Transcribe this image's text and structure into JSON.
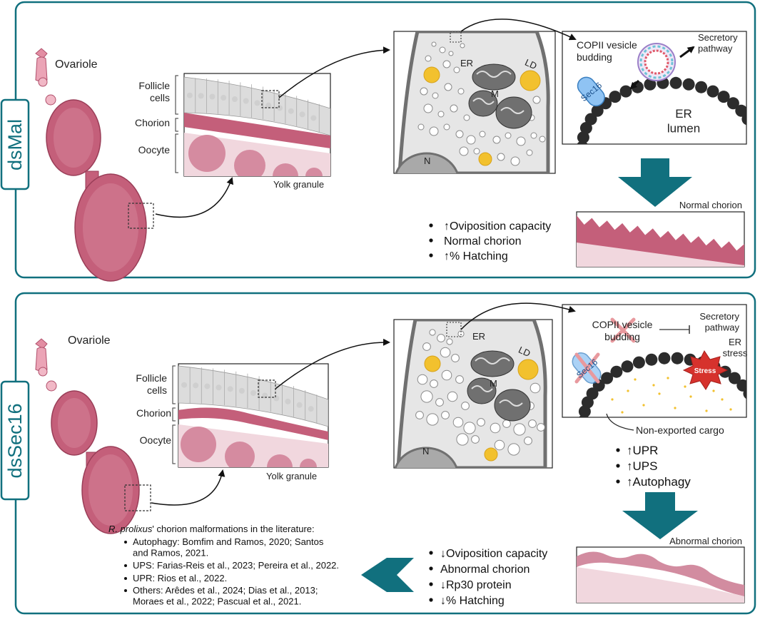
{
  "colors": {
    "teal": "#11707e",
    "pink_dark": "#c45f7a",
    "pink_mid": "#d58ba0",
    "pink_light": "#f1d7de",
    "gray_cell": "#dcdcdc",
    "gray_dark": "#5d5d5d",
    "yellow": "#f2c12e",
    "sec16_blue": "#8fc3f3",
    "stress_red": "#d6322d"
  },
  "panels": {
    "top": {
      "label": "dsMal",
      "ovariole_label": "Ovariole",
      "tissue": {
        "follicle_label": "Follicle\ncells",
        "chorion_label": "Chorion",
        "oocyte_label": "Oocyte",
        "yolk_label": "Yolk granule"
      },
      "cell": {
        "er": "ER",
        "ld": "LD",
        "m": "M",
        "n": "N"
      },
      "er_detail": {
        "copii": "COPII vesicle\nbudding",
        "secretory": "Secretory\npathway",
        "sec16": "Sec16",
        "lumen": "ER\nlumen"
      },
      "outcomes": [
        "↑Oviposition capacity",
        "Normal chorion",
        "↑% Hatching"
      ],
      "chorion_title": "Normal chorion"
    },
    "bottom": {
      "label": "dsSec16",
      "ovariole_label": "Ovariole",
      "tissue": {
        "follicle_label": "Follicle\ncells",
        "chorion_label": "Chorion",
        "oocyte_label": "Oocyte",
        "yolk_label": "Yolk granule"
      },
      "cell": {
        "er": "ER",
        "ld": "LD",
        "m": "M",
        "n": "N"
      },
      "er_detail": {
        "copii": "COPII vesicle\nbudding",
        "secretory": "Secretory\npathway",
        "sec16": "Sec16",
        "er_stress": "ER\nstress",
        "stress": "Stress",
        "cargo": "Non-exported cargo"
      },
      "responses": [
        "↑UPR",
        "↑UPS",
        "↑Autophagy"
      ],
      "outcomes": [
        "↓Oviposition capacity",
        "Abnormal chorion",
        "↓Rp30 protein",
        "↓% Hatching"
      ],
      "chorion_title": "Abnormal chorion",
      "literature": {
        "title_italic": "R. prolixus",
        "title_rest": "' chorion malformations in the literature:",
        "items": [
          "Autophagy: Bomfim and Ramos, 2020; Santos\nand Ramos, 2021.",
          "UPS: Farias-Reis et al., 2023; Pereira et al., 2022.",
          "UPR: Rios et al., 2022.",
          "Others: Arêdes et al., 2024; Dias et al., 2013;\nMoraes et al., 2022; Pascual et al., 2021."
        ]
      }
    }
  }
}
